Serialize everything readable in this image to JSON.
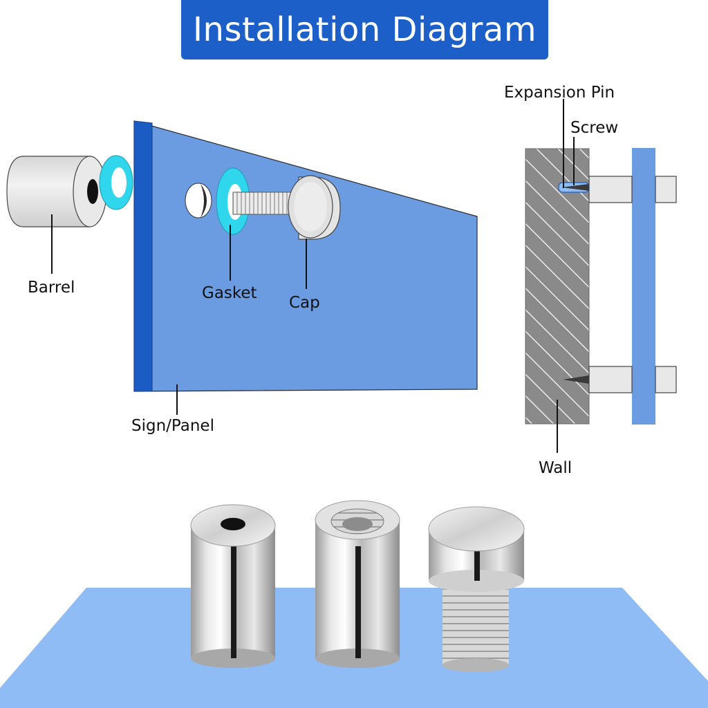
{
  "title": "Installation Diagram",
  "labels": {
    "barrel": "Barrel",
    "gasket": "Gasket",
    "cap": "Cap",
    "sign_panel": "Sign/Panel",
    "expansion_pin": "Expansion Pin",
    "screw": "Screw",
    "wall": "Wall"
  },
  "colors": {
    "banner": "#1c5fc9",
    "panel": "#6b9be0",
    "panel_edge": "#1a5cc4",
    "gasket": "#2fd6ec",
    "wall": "#8a8a8a",
    "floor": "#8fbcf5"
  }
}
